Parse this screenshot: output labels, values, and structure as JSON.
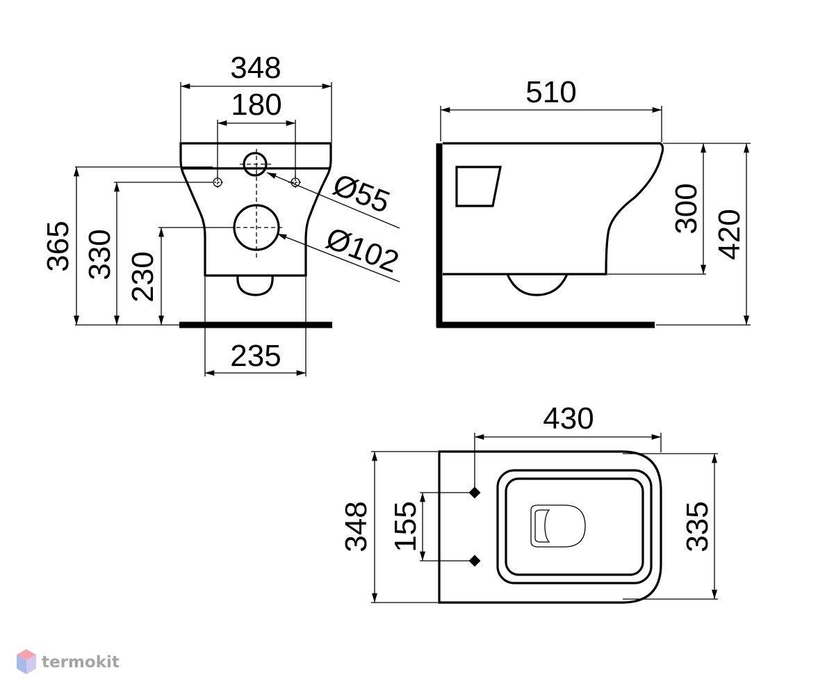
{
  "front_view": {
    "width_top": "348",
    "bolt_spacing": "180",
    "inlet_diameter": "Ø55",
    "outlet_diameter": "Ø102",
    "height_total": "365",
    "height_bolts": "330",
    "height_outlet": "230",
    "width_bottom": "235"
  },
  "side_view": {
    "length": "510",
    "height_body": "300",
    "height_total": "420"
  },
  "top_view": {
    "length_to_bolts": "430",
    "width": "348",
    "bolt_spacing": "155",
    "width_right": "335"
  },
  "watermark": {
    "brand": "termokit",
    "colors": [
      "#f3657a",
      "#6c8fe0",
      "#b5a6e6"
    ]
  }
}
